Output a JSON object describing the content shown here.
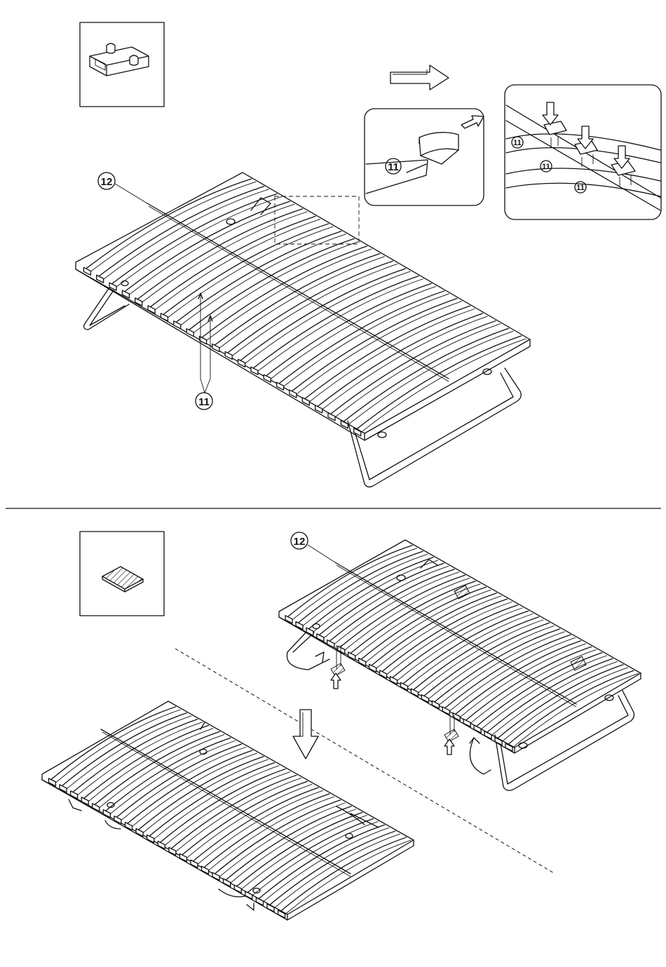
{
  "callouts": {
    "top_main_label_12": "12",
    "top_main_label_11": "11",
    "top_detail_a_label": "11",
    "top_detail_b_label_1": "11",
    "top_detail_b_label_2": "11",
    "top_detail_b_label_3": "11",
    "bottom_label_12": "12"
  },
  "colors": {
    "line": "#111111",
    "background": "#ffffff"
  },
  "icons": {
    "step1_part": "slat-holder-cap-icon",
    "step2_part": "rubber-pad-icon",
    "direction_right": "right-arrow-icon",
    "direction_down": "down-arrow-icon"
  }
}
